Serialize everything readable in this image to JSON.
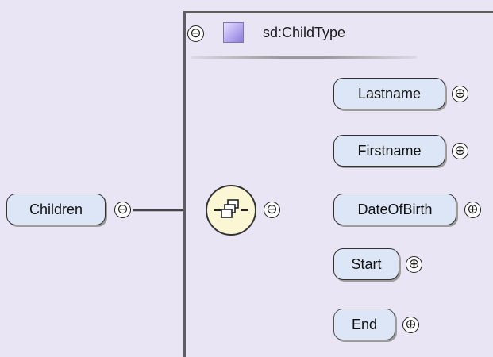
{
  "root_element": {
    "label": "Children",
    "expanded": true
  },
  "type": {
    "name": "sd:ChildType",
    "expanded": true
  },
  "compositor": {
    "kind": "sequence",
    "expanded": true
  },
  "children": [
    {
      "label": "Lastname",
      "optional": false
    },
    {
      "label": "Firstname",
      "optional": false
    },
    {
      "label": "DateOfBirth",
      "optional": false
    },
    {
      "label": "Start",
      "optional": false
    },
    {
      "label": "End",
      "optional": true
    }
  ],
  "symbols": {
    "collapse": "⊖",
    "expand": "⊕"
  },
  "colors": {
    "background": "#e9e5f5",
    "element_fill": "#dde6f6",
    "sequence_fill": "#fbf6d4",
    "type_swatch": "#b6a8ef",
    "connector": "#555555",
    "optional_connector": "#8a8a8a"
  }
}
